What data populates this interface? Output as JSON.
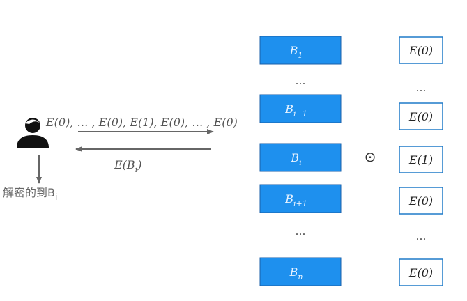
{
  "user": {
    "send_label": "E(0), … , E(0), E(1), E(0), … , E(0)",
    "receive_label": "E(B_i)",
    "decrypt_label": "解密的到B_i"
  },
  "blocks": [
    {
      "label": "B_1"
    },
    {
      "label": "…",
      "ellipsis": true
    },
    {
      "label": "B_{i−1}"
    },
    {
      "label": "B_i"
    },
    {
      "label": "B_{i+1}"
    },
    {
      "label": "…",
      "ellipsis": true
    },
    {
      "label": "B_n"
    }
  ],
  "operator": "⊙",
  "encrypted": [
    {
      "label": "E(0)"
    },
    {
      "label": "…",
      "ellipsis": true
    },
    {
      "label": "E(0)"
    },
    {
      "label": "E(1)"
    },
    {
      "label": "E(0)"
    },
    {
      "label": "…",
      "ellipsis": true
    },
    {
      "label": "E(0)"
    }
  ],
  "colors": {
    "block_fill": "#1e90ee",
    "block_stroke": "#1a5fa8",
    "enc_stroke": "#1f7ac8",
    "arrow": "#666666",
    "user": "#111111"
  }
}
